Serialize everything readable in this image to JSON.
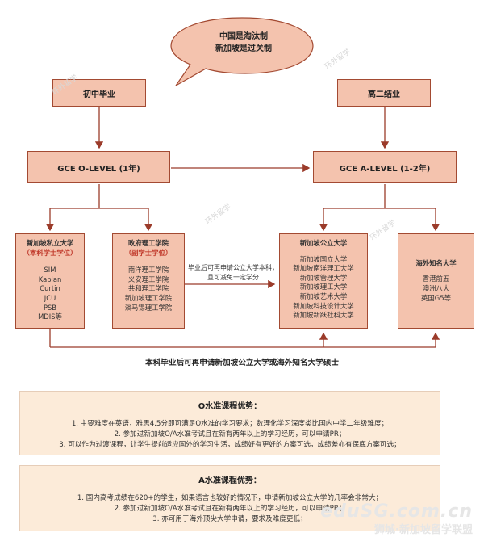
{
  "bubble": {
    "line1": "中国是淘汰制",
    "line2": "新加坡是过关制"
  },
  "start_left": "初中毕业",
  "start_right": "高二结业",
  "exam_o": "GCE O-LEVEL (1年)",
  "exam_a": "GCE A-LEVEL (1-2年)",
  "private_uni": {
    "title": "新加坡私立大学",
    "subtitle": "（本科学士学位）",
    "items": [
      "SIM",
      "Kaplan",
      "Curtin",
      "JCU",
      "PSB",
      "MDIS等"
    ]
  },
  "poly": {
    "title": "政府理工学院",
    "subtitle": "（副学士学位）",
    "items": [
      "南洋理工学院",
      "义安理工学院",
      "共和理工学院",
      "新加坡理工学院",
      "淡马锡理工学院"
    ]
  },
  "poly_note": "毕业后可再申请公立大学本科，且可减免一定学分",
  "public_uni": {
    "title": "新加坡公立大学",
    "items": [
      "新加坡国立大学",
      "新加坡南洋理工大学",
      "新加坡管理大学",
      "新加坡理工大学",
      "新加坡艺术大学",
      "新加坡科技设计大学",
      "新加坡新跃社科大学"
    ]
  },
  "overseas": {
    "title": "海外知名大学",
    "items": [
      "香港前五",
      "澳洲八大",
      "英国G5等"
    ]
  },
  "bottom_note": "本科毕业后可再申请新加坡公立大学或海外知名大学硕士",
  "o_panel": {
    "title": "O水准课程优势：",
    "lines": [
      "1. 主要难度在英语，雅思4.5分即可满足O水准的学习要求；数理化学习深度类比国内中学二年级难度；",
      "2. 参加过新加坡O/A水准考试且在新有两年以上的学习经历，可以申请PR；",
      "3. 可以作为过渡课程，让学生提前适应国外的学习生活，成绩好有更好的方案可选，成绩差亦有保底方案可选；"
    ]
  },
  "a_panel": {
    "title": "A水准课程优势：",
    "lines": [
      "1. 国内高考成绩在620+的学生，如果语言也较好的情况下，申请新加坡公立大学的几率会非常大；",
      "2. 参加过新加坡O/A水准考试且在新有两年以上的学习经历，可以申请PR；",
      "3. 亦可用于海外顶尖大学申请，要求及难度更低；"
    ]
  },
  "watermark": "环外留学",
  "logo": {
    "domain": "eduSG.com.cn",
    "name": "狮城·新加坡留学联盟"
  },
  "colors": {
    "box_fill": "#f4c3ae",
    "box_border": "#a34a32",
    "line": "#9b3b2a",
    "panel_fill": "#fcebd9"
  }
}
